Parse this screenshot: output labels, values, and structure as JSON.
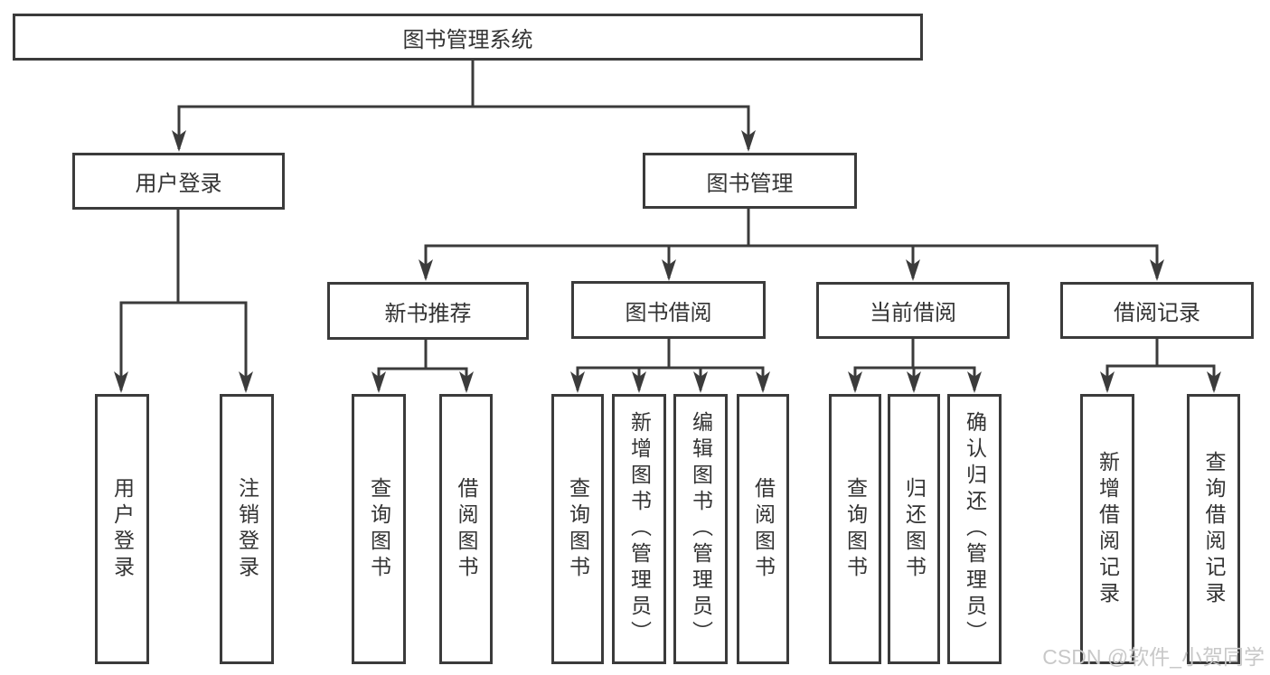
{
  "colors": {
    "line": "#3b3b3b",
    "text": "#333333",
    "background": "#ffffff",
    "watermark": "#c8c8c8"
  },
  "nodes": {
    "root": {
      "label": "图书管理系统"
    },
    "user_login_group": {
      "label": "用户登录"
    },
    "book_management": {
      "label": "图书管理"
    },
    "new_book_recommend": {
      "label": "新书推荐"
    },
    "book_borrowing": {
      "label": "图书借阅"
    },
    "current_borrowing": {
      "label": "当前借阅"
    },
    "borrowing_records": {
      "label": "借阅记录"
    },
    "user_login": {
      "label": "用户登录"
    },
    "logout": {
      "label": "注销登录"
    },
    "rec_query_books": {
      "label": "查询图书"
    },
    "rec_borrow_books": {
      "label": "借阅图书"
    },
    "bb_query_books": {
      "label": "查询图书"
    },
    "bb_add_books": {
      "label": "新增图书（管理员）"
    },
    "bb_edit_books": {
      "label": "编辑图书（管理员）"
    },
    "bb_borrow_books": {
      "label": "借阅图书"
    },
    "cb_query_books": {
      "label": "查询图书"
    },
    "cb_return_books": {
      "label": "归还图书"
    },
    "cb_confirm_return": {
      "label": "确认归还（管理员）"
    },
    "br_add_record": {
      "label": "新增借阅记录"
    },
    "br_query_record": {
      "label": "查询借阅记录"
    }
  },
  "watermark": {
    "text": "CSDN @软件_小贺同学"
  }
}
